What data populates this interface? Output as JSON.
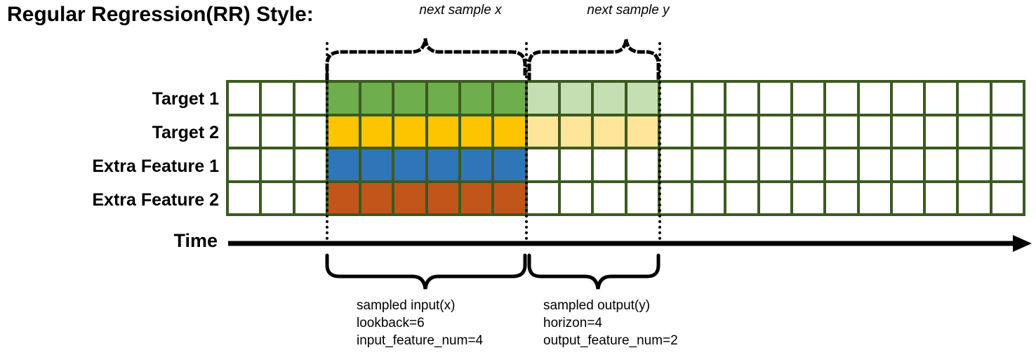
{
  "title": "Regular Regression(RR) Style:",
  "top_captions": {
    "x": "next sample x",
    "y": "next sample y"
  },
  "row_labels": [
    "Target 1",
    "Target 2",
    "Extra Feature 1",
    "Extra Feature 2"
  ],
  "time_axis": {
    "label": "Time",
    "arrow": "right-arrow-icon"
  },
  "bottom_captions": {
    "input": {
      "line1": "sampled input(x)",
      "line2": "lookback=6",
      "line3": "input_feature_num=4"
    },
    "output": {
      "line1": "sampled output(y)",
      "line2": "horizon=4",
      "line3": "output_feature_num=2"
    }
  },
  "colors": {
    "grid_border": "#3c5a20",
    "empty": "#ffffff",
    "target1_input": "#6eae4d",
    "target1_output": "#c5dfb3",
    "target2_input": "#fdc400",
    "target2_output": "#fee599",
    "extra1_input": "#2f76b8",
    "extra2_input": "#c1561a"
  },
  "grid": {
    "columns": 24,
    "rows": 4,
    "input_start_col": 3,
    "input_end_col": 9,
    "output_start_col": 9,
    "output_end_col": 13,
    "row_fills": [
      [
        "#ffffff",
        "#ffffff",
        "#ffffff",
        "#6eae4d",
        "#6eae4d",
        "#6eae4d",
        "#6eae4d",
        "#6eae4d",
        "#6eae4d",
        "#c5dfb3",
        "#c5dfb3",
        "#c5dfb3",
        "#c5dfb3",
        "#ffffff",
        "#ffffff",
        "#ffffff",
        "#ffffff",
        "#ffffff",
        "#ffffff",
        "#ffffff",
        "#ffffff",
        "#ffffff",
        "#ffffff",
        "#ffffff"
      ],
      [
        "#ffffff",
        "#ffffff",
        "#ffffff",
        "#fdc400",
        "#fdc400",
        "#fdc400",
        "#fdc400",
        "#fdc400",
        "#fdc400",
        "#fee599",
        "#fee599",
        "#fee599",
        "#fee599",
        "#ffffff",
        "#ffffff",
        "#ffffff",
        "#ffffff",
        "#ffffff",
        "#ffffff",
        "#ffffff",
        "#ffffff",
        "#ffffff",
        "#ffffff",
        "#ffffff"
      ],
      [
        "#ffffff",
        "#ffffff",
        "#ffffff",
        "#2f76b8",
        "#2f76b8",
        "#2f76b8",
        "#2f76b8",
        "#2f76b8",
        "#2f76b8",
        "#ffffff",
        "#ffffff",
        "#ffffff",
        "#ffffff",
        "#ffffff",
        "#ffffff",
        "#ffffff",
        "#ffffff",
        "#ffffff",
        "#ffffff",
        "#ffffff",
        "#ffffff",
        "#ffffff",
        "#ffffff",
        "#ffffff"
      ],
      [
        "#ffffff",
        "#ffffff",
        "#ffffff",
        "#c1561a",
        "#c1561a",
        "#c1561a",
        "#c1561a",
        "#c1561a",
        "#c1561a",
        "#ffffff",
        "#ffffff",
        "#ffffff",
        "#ffffff",
        "#ffffff",
        "#ffffff",
        "#ffffff",
        "#ffffff",
        "#ffffff",
        "#ffffff",
        "#ffffff",
        "#ffffff",
        "#ffffff",
        "#ffffff",
        "#ffffff"
      ]
    ]
  }
}
